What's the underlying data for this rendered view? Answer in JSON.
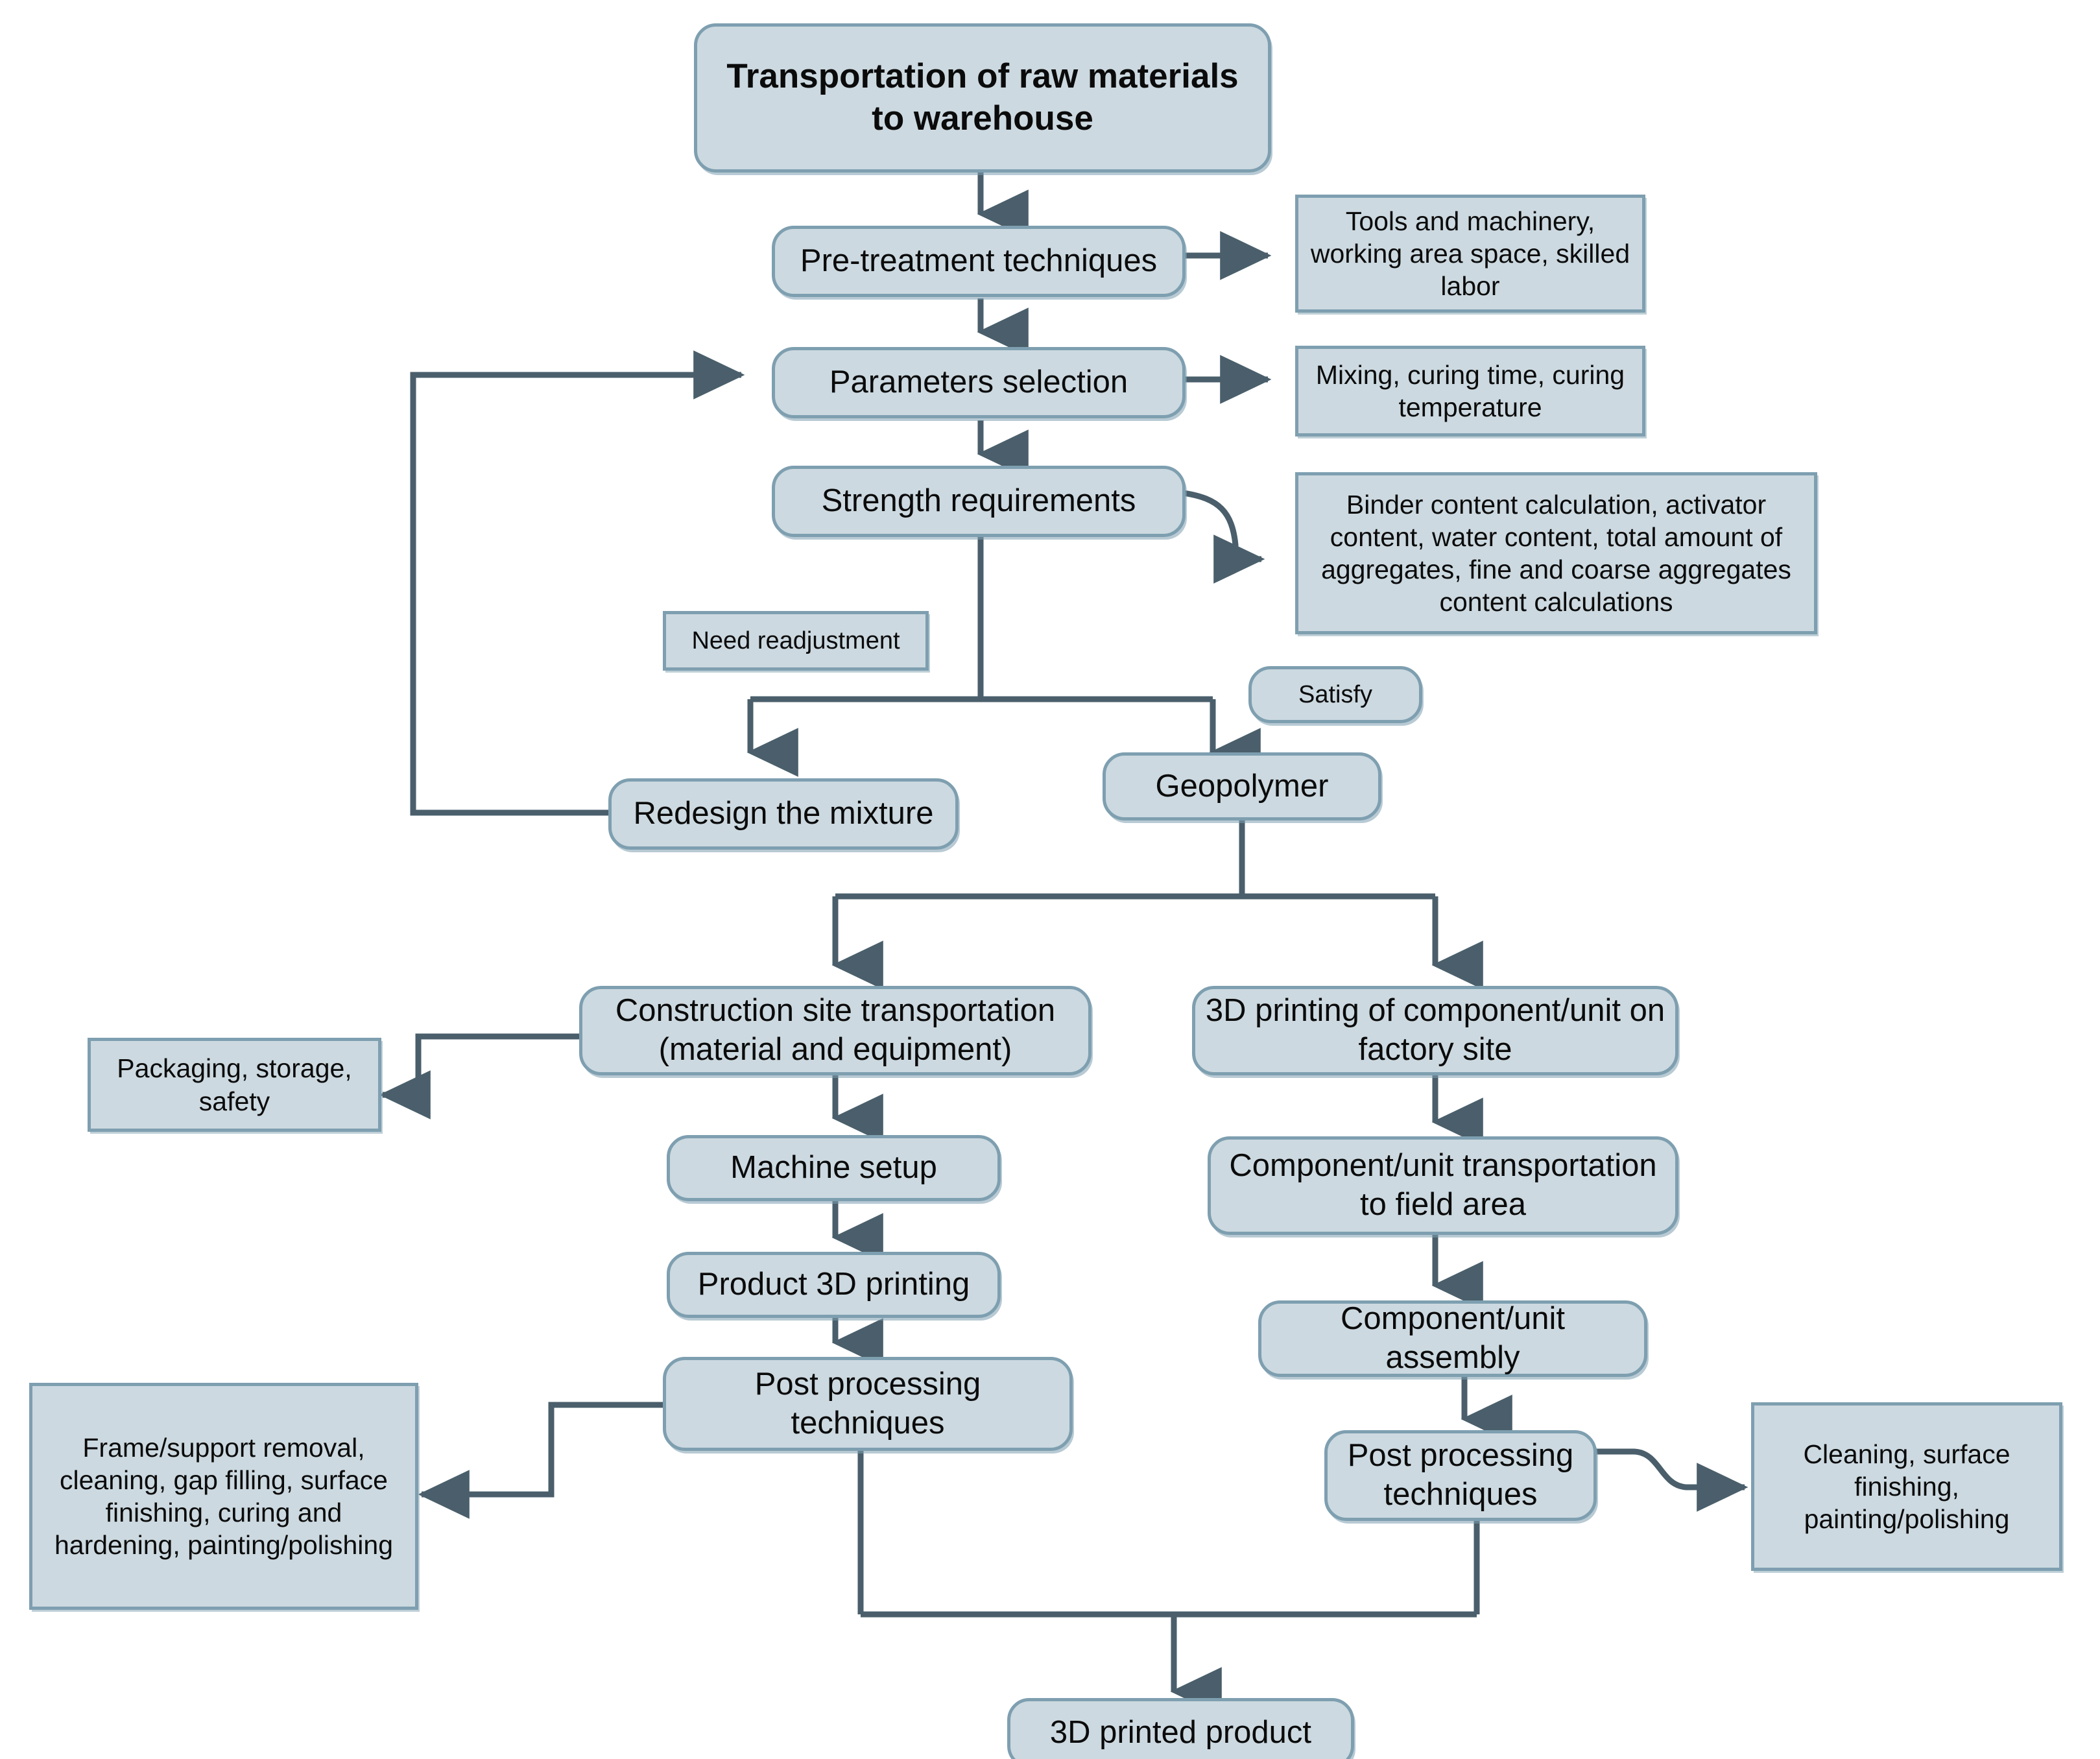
{
  "diagram": {
    "title": "Geopolymer 3D printing process flowchart",
    "colors": {
      "node_fill": "#ccd9e0",
      "node_border": "#7e9fb0",
      "edge": "#4a5f6b",
      "text": "#0b0b0b",
      "background": "#ffffff"
    },
    "nodes": {
      "transportation_raw_materials": "Transportation of raw materials to warehouse",
      "pre_treatment": "Pre-treatment techniques",
      "parameters_selection": "Parameters selection",
      "strength_requirements": "Strength requirements",
      "need_readjustment": "Need readjustment",
      "satisfy": "Satisfy",
      "redesign_mixture": "Redesign the mixture",
      "geopolymer": "Geopolymer",
      "tools_machinery_note": "Tools and machinery, working area space, skilled labor",
      "mixing_curing_note": "Mixing, curing time, curing temperature",
      "binder_content_note": "Binder content calculation, activator content, water content, total amount of aggregates, fine and coarse aggregates content calculations",
      "construction_site_transportation": "Construction site transportation (material and equipment)",
      "packaging_storage_safety": "Packaging, storage, safety",
      "machine_setup": "Machine setup",
      "product_3d_printing": "Product 3D printing",
      "post_processing_left": "Post processing techniques",
      "frame_support_removal_note": "Frame/support removal, cleaning, gap filling, surface finishing, curing and hardening, painting/polishing",
      "printing_component_factory": "3D printing of component/unit on factory site",
      "component_transportation_field": "Component/unit transportation to field area",
      "component_assembly": "Component/unit assembly",
      "post_processing_right": "Post processing techniques",
      "cleaning_surface_note": "Cleaning, surface finishing, painting/polishing",
      "printed_product": "3D printed product"
    },
    "edges": [
      {
        "from": "transportation_raw_materials",
        "to": "pre_treatment",
        "style": "arrow-down"
      },
      {
        "from": "pre_treatment",
        "to": "tools_machinery_note",
        "style": "arrow-right"
      },
      {
        "from": "pre_treatment",
        "to": "parameters_selection",
        "style": "arrow-down"
      },
      {
        "from": "parameters_selection",
        "to": "mixing_curing_note",
        "style": "arrow-right"
      },
      {
        "from": "parameters_selection",
        "to": "strength_requirements",
        "style": "arrow-down"
      },
      {
        "from": "strength_requirements",
        "to": "binder_content_note",
        "style": "s-curve-right"
      },
      {
        "from": "strength_requirements",
        "to": "redesign_mixture",
        "style": "split-left",
        "label": "Need readjustment"
      },
      {
        "from": "strength_requirements",
        "to": "geopolymer",
        "style": "split-right",
        "label": "Satisfy"
      },
      {
        "from": "redesign_mixture",
        "to": "parameters_selection",
        "style": "feedback-loop-left"
      },
      {
        "from": "geopolymer",
        "to": "construction_site_transportation",
        "style": "split-left"
      },
      {
        "from": "geopolymer",
        "to": "printing_component_factory",
        "style": "split-right"
      },
      {
        "from": "construction_site_transportation",
        "to": "packaging_storage_safety",
        "style": "elbow-left"
      },
      {
        "from": "construction_site_transportation",
        "to": "machine_setup",
        "style": "arrow-down"
      },
      {
        "from": "machine_setup",
        "to": "product_3d_printing",
        "style": "arrow-down"
      },
      {
        "from": "product_3d_printing",
        "to": "post_processing_left",
        "style": "arrow-down"
      },
      {
        "from": "post_processing_left",
        "to": "frame_support_removal_note",
        "style": "elbow-left"
      },
      {
        "from": "printing_component_factory",
        "to": "component_transportation_field",
        "style": "arrow-down"
      },
      {
        "from": "component_transportation_field",
        "to": "component_assembly",
        "style": "arrow-down"
      },
      {
        "from": "component_assembly",
        "to": "post_processing_right",
        "style": "arrow-down"
      },
      {
        "from": "post_processing_right",
        "to": "cleaning_surface_note",
        "style": "s-curve-right"
      },
      {
        "from": "post_processing_left",
        "to": "printed_product",
        "style": "merge-down"
      },
      {
        "from": "post_processing_right",
        "to": "printed_product",
        "style": "merge-down"
      }
    ]
  }
}
